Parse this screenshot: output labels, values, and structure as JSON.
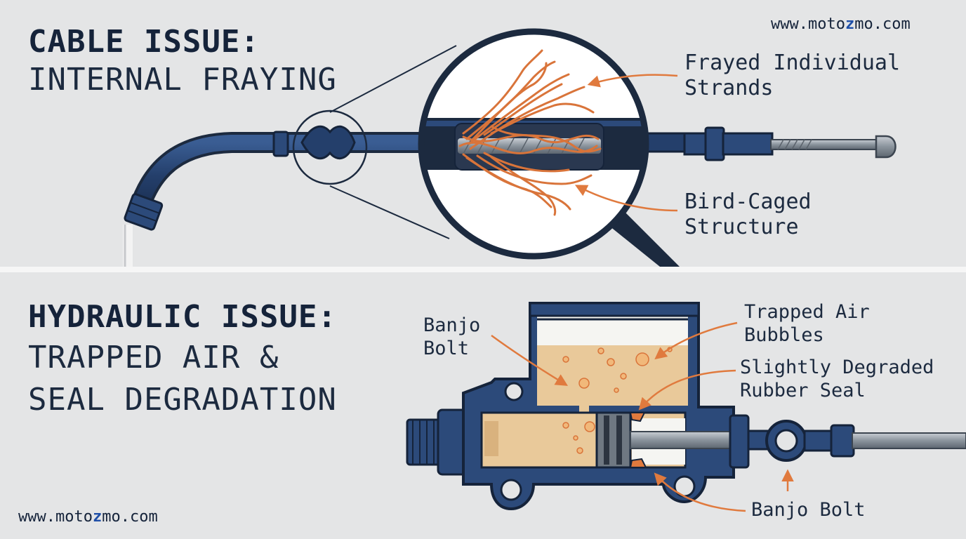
{
  "watermark": {
    "top": {
      "pre": "www.moto",
      "accent": "z",
      "post": "mo.com"
    },
    "bottom": {
      "pre": "www.moto",
      "accent": "z",
      "post": "mo.com"
    }
  },
  "cable_section": {
    "title_line1": "CABLE ISSUE:",
    "title_line2": "INTERNAL FRAYING",
    "callouts": {
      "frayed": [
        "Frayed Individual",
        "Strands"
      ],
      "birdcage": [
        "Bird-Caged",
        "Structure"
      ]
    }
  },
  "hydraulic_section": {
    "title_line1": "HYDRAULIC ISSUE:",
    "title_line2": "TRAPPED AIR &",
    "title_line3": "SEAL DEGRADATION",
    "callouts": {
      "banjo_left": [
        "Banjo",
        "Bolt"
      ],
      "air": [
        "Trapped Air",
        "Bubbles"
      ],
      "seal": [
        "Slightly Degraded",
        "Rubber Seal"
      ],
      "banjo_bottom": "Banjo Bolt"
    }
  },
  "colors": {
    "navy": "#1c2a3f",
    "cable_blue": "#2c4a7a",
    "copper": "#d9743a",
    "fluid": "#e9c99a",
    "arrow": "#e07a3e",
    "background": "#e4e5e6"
  }
}
